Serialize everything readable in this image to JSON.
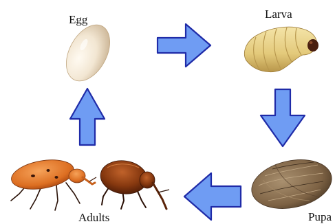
{
  "diagram": {
    "stages": [
      {
        "label": "Egg",
        "icon": "egg-icon"
      },
      {
        "label": "Larva",
        "icon": "larva-icon"
      },
      {
        "label": "Pupa",
        "icon": "pupa-icon"
      },
      {
        "label": "Adults",
        "icon": "adult-weevils-icon"
      }
    ],
    "colors": {
      "arrow_fill": "#6f9cf3",
      "arrow_stroke": "#1f2ba8",
      "egg": "#f2e6d2",
      "larva": "#ead58d",
      "larva_head": "#4a1f10",
      "pupa": "#8b6e4e",
      "weevil_orange": "#e07a2a",
      "weevil_brown": "#7a3512"
    }
  }
}
